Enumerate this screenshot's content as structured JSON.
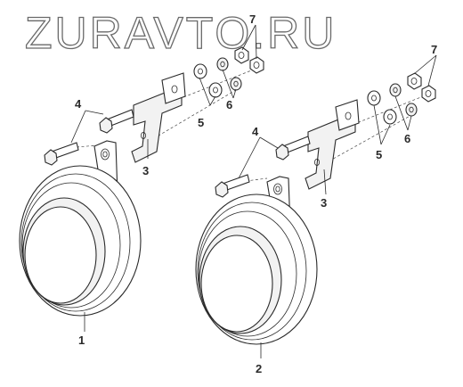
{
  "watermark": {
    "text": "ZURAVTO.RU"
  },
  "corner_mark": "",
  "callouts": {
    "horn_1": "1",
    "horn_2": "2",
    "bracket_left": "3",
    "bracket_right": "3",
    "bolts_left": "4",
    "bolts_right": "4",
    "washers_left": "5",
    "washers_right": "5",
    "lockwashers_left": "6",
    "lockwashers_right": "6",
    "nuts_left": "7",
    "nuts_right": "7"
  }
}
